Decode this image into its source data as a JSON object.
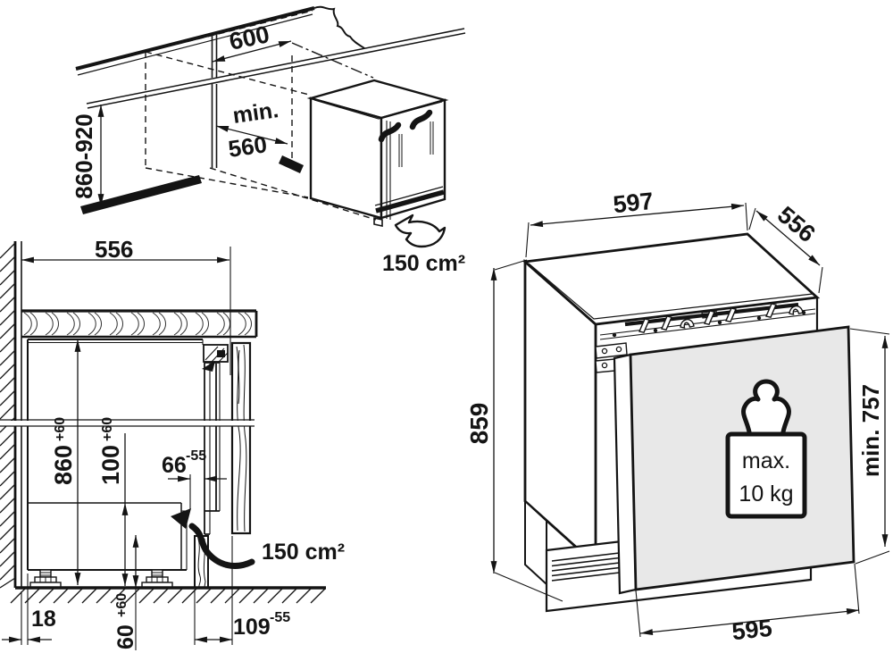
{
  "colors": {
    "line": "#141414",
    "door_panel": "#e8e8e8",
    "background": "#ffffff"
  },
  "niche_view": {
    "width": "600",
    "depth_min_prefix": "min.",
    "depth_min": "560",
    "height_range": "860-920",
    "ventilation_area": "150 cm²"
  },
  "section_view": {
    "counter_depth": "556",
    "niche_height": "860",
    "niche_height_tol": "+60",
    "plinth_height": "100",
    "plinth_height_tol": "+60",
    "top_gap": "66",
    "top_gap_tol": "-55",
    "ventilation_area": "150 cm²",
    "wall_gap": "18",
    "plinth_recess": "109",
    "plinth_recess_tol": "-55",
    "foot_height": "60",
    "foot_height_tol": "+60"
  },
  "appliance_view": {
    "width": "597",
    "depth": "556",
    "height": "859",
    "front_panel_min_height": "min. 757",
    "front_panel_width": "595",
    "weight_label": "max.",
    "weight_value": "10 kg"
  }
}
